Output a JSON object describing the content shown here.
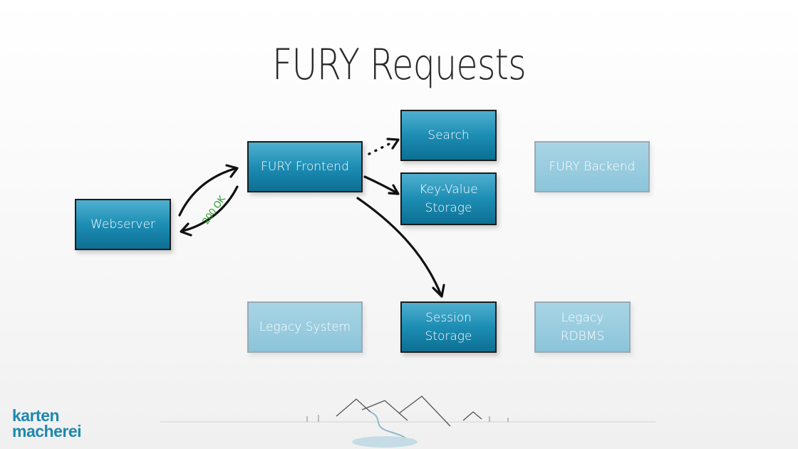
{
  "slide": {
    "title": "FURY Requests"
  },
  "nodes": {
    "webserver": "Webserver",
    "fury_frontend": "FURY Frontend",
    "search": "Search",
    "key_value_storage": "Key-Value\nStorage",
    "fury_backend": "FURY Backend",
    "legacy_system": "Legacy System",
    "session_storage": "Session\nStorage",
    "legacy_rdbms": "Legacy\nRDBMS"
  },
  "edges": {
    "response_label": "200 OK"
  },
  "logo": {
    "line1": "karten",
    "line2": "macherei"
  },
  "colors": {
    "active_box": "#1d8db4",
    "faded_box": "#8cc4d9",
    "response_label": "#2f9a2f",
    "logo": "#1e88b0"
  }
}
